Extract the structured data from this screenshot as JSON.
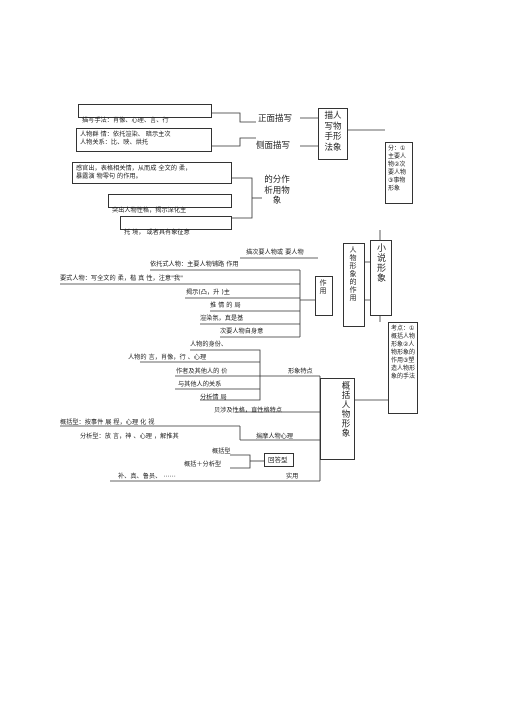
{
  "left_top": {
    "line1": "描写手法：肖像、心理、言、行",
    "line2a": "人物群 情：依托渲染、 暗示主次",
    "line2b": "人物关系：比、映、烘托",
    "front": "正面描写",
    "side": "侧面描写",
    "method_box": "描人写物手形法象"
  },
  "analysis": {
    "text1a": "感官出，表格相关情，从而成 全文的 柔，",
    "text1b": "暴露演 物零句  的作用。",
    "text2": "突出人物性格，揭示深化主",
    "text3": "托 境， 或者具有象征意",
    "title": "的分作析用物象"
  },
  "right_top": {
    "fen": "分：①主要人物②次要人物③事物形象"
  },
  "middle": {
    "line1": "描次要人物或 要人物",
    "line2": "依托式人物：主要人物铺路 作用",
    "line3": "要式人物：写全文的 柔，楷 真 性，注意\"我\"",
    "line4": "揭示(凸，升 )主",
    "line5": "推 情 的 局",
    "line6": "渲染氛，真是基",
    "line7": "次要人物自身意",
    "zuoyong": "作用",
    "ren_box": "人物形象的作用",
    "xiao_box": "小说形象"
  },
  "kaodian": {
    "text": "考点：①概括人物形象②人物形象的作用③塑造人物形象的手法"
  },
  "lower": {
    "l1": "人物的身份、",
    "l2": "人物的 言，肖像，行 、心理",
    "l3": "作者及其他人的 价",
    "l3b": "形象特点",
    "l4": "与其他人的关系",
    "l5": "分析情  局",
    "l6": "贝涉及性格，直性格特点",
    "l7": "概括型：按事件 展 程，心理 化 视",
    "l8": "分析型：放 言，神 、心理 ，解推其",
    "l8b": "揣摩人物心理",
    "gaikuo_box": "概括人物形象",
    "l9a": "概括型",
    "l9b": "概括＋分析型",
    "huida": "回答型",
    "l10": "补、真、鲁员、 ⋯⋯",
    "l10b": "实用"
  }
}
